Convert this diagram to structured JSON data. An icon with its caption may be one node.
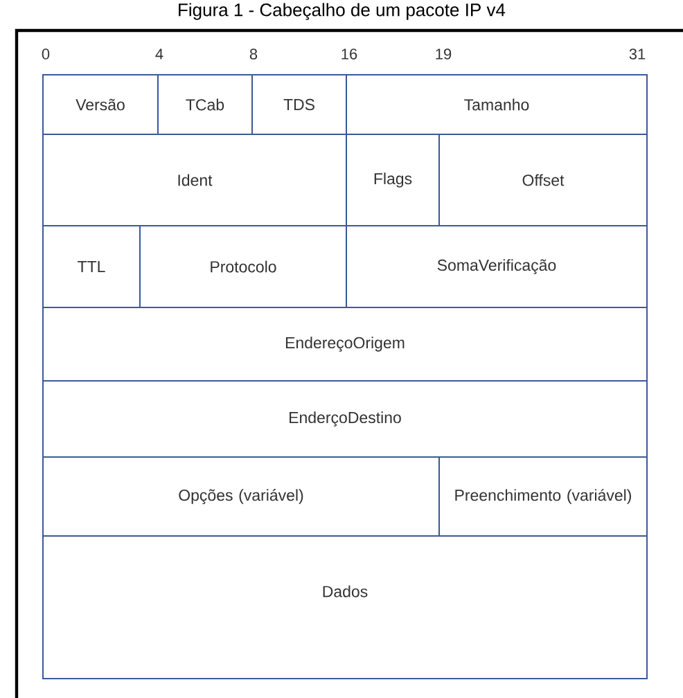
{
  "diagram": {
    "title": "Figura 1 - Cabeçalho de um pacote IP v4",
    "nodes": [
      {
        "text": [
          "Versão"
        ]
      },
      {
        "text": [
          "TCab"
        ]
      },
      {
        "text": [
          "TDS"
        ]
      },
      {
        "text": [
          "Tamanho"
        ]
      },
      {
        "text": [
          "Ident"
        ]
      },
      {
        "text": [
          "Flags"
        ]
      },
      {
        "text": [
          "Offset"
        ]
      },
      {
        "text": [
          "TTL"
        ]
      },
      {
        "text": [
          "Protocolo"
        ]
      },
      {
        "text": [
          "SomaVerificação"
        ]
      },
      {
        "text": [
          "EndereçoOrigem"
        ]
      },
      {
        "text": [
          "EnderçoDestino"
        ]
      },
      {
        "text": [
          "Opções (variável)"
        ]
      },
      {
        "text": [
          "Preenchimento (variável)"
        ]
      },
      {
        "text": [
          "Dados"
        ]
      }
    ],
    "labels": [
      "0",
      "4",
      "8",
      "16",
      "19",
      "31"
    ]
  }
}
